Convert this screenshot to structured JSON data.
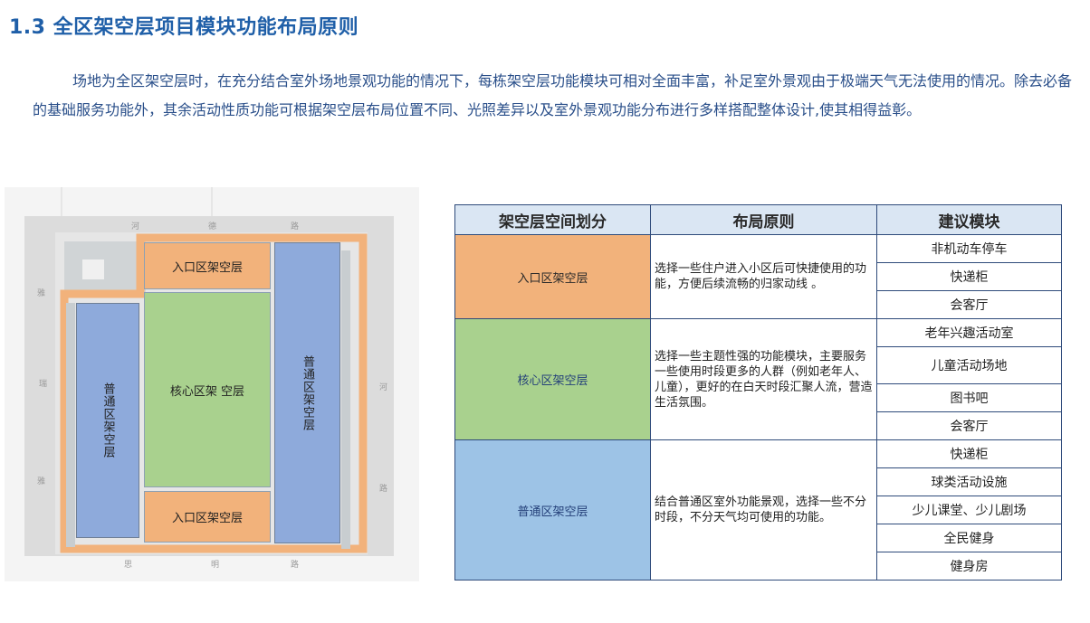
{
  "title": "1.3 全区架空层项目模块功能布局原则",
  "intro": "场地为全区架空层时，在充分结合室外场地景观功能的情况下，每栋架空层功能模块可相对全面丰富，补足室外景观由于极端天气无法使用的情况。除去必备的基础服务功能外，其余活动性质功能可根据架空层布局位置不同、光照差异以及室外景观功能分布进行多样搭配整体设计,使其相得益彰。",
  "plan": {
    "roads": [
      "河",
      "德",
      "路",
      "雅",
      "瑞",
      "雅",
      "河",
      "路",
      "思",
      "明",
      "路"
    ],
    "zones": {
      "entrance_top": "入口区架空层",
      "entrance_bottom": "入口区架空层",
      "core": "核心区架 空层",
      "normal_left": "普通区架空层",
      "normal_right": "普通区架空层"
    },
    "colors": {
      "orange": "#f2b27b",
      "green": "#a9d18e",
      "blue": "#8eaadb"
    }
  },
  "table": {
    "headers": [
      "架空层空间划分",
      "布局原则",
      "建议模块"
    ],
    "groups": [
      {
        "name": "入口区架空层",
        "principle": "选择一些住户进入小区后可快捷使用的功能，方便后续流畅的归家动线 。",
        "modules": [
          "非机动车停车",
          "快递柜",
          "会客厅"
        ]
      },
      {
        "name": "核心区架空层",
        "principle": "选择一些主题性强的功能模块，主要服务一些使用时段更多的人群（例如老年人、儿童），更好的在白天时段汇聚人流，营造生活氛围。",
        "modules": [
          "老年兴趣活动室",
          "儿童活动场地",
          "图书吧",
          "会客厅"
        ]
      },
      {
        "name": "普通区架空层",
        "principle": "结合普通区室外功能景观，选择一些不分时段，不分天气均可使用的功能。",
        "modules": [
          "快递柜",
          "球类活动设施",
          "少儿课堂、少儿剧场",
          "全民健身",
          "健身房"
        ]
      }
    ]
  }
}
